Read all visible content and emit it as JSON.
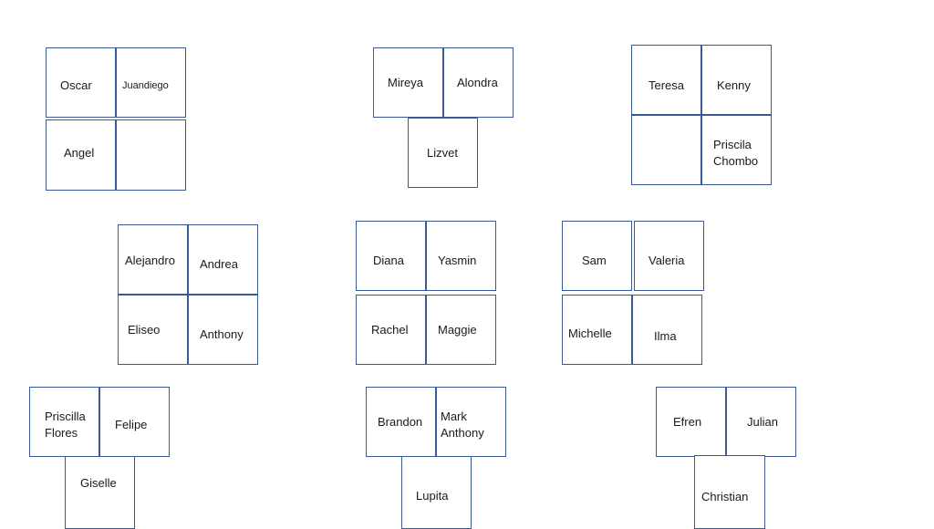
{
  "border_color": "#3a5a95",
  "seats": [
    {
      "id": "oscar",
      "name": "Oscar"
    },
    {
      "id": "juandiego",
      "name": "Juandiego"
    },
    {
      "id": "angel",
      "name": "Angel"
    },
    {
      "id": "empty-1",
      "name": ""
    },
    {
      "id": "mireya",
      "name": "Mireya"
    },
    {
      "id": "alondra",
      "name": "Alondra"
    },
    {
      "id": "lizvet",
      "name": "Lizvet"
    },
    {
      "id": "teresa",
      "name": "Teresa"
    },
    {
      "id": "kenny",
      "name": "Kenny"
    },
    {
      "id": "empty-2",
      "name": ""
    },
    {
      "id": "priscila-chombo",
      "name": "Priscila\nChombo"
    },
    {
      "id": "alejandro",
      "name": "Alejandro"
    },
    {
      "id": "andrea",
      "name": "Andrea"
    },
    {
      "id": "eliseo",
      "name": "Eliseo"
    },
    {
      "id": "anthony",
      "name": "Anthony"
    },
    {
      "id": "diana",
      "name": "Diana"
    },
    {
      "id": "yasmin",
      "name": "Yasmin"
    },
    {
      "id": "rachel",
      "name": "Rachel"
    },
    {
      "id": "maggie",
      "name": "Maggie"
    },
    {
      "id": "sam",
      "name": "Sam"
    },
    {
      "id": "valeria",
      "name": "Valeria"
    },
    {
      "id": "michelle",
      "name": "Michelle"
    },
    {
      "id": "ilma",
      "name": "Ilma"
    },
    {
      "id": "priscilla-flores",
      "name": "Priscilla\nFlores"
    },
    {
      "id": "felipe",
      "name": "Felipe"
    },
    {
      "id": "giselle",
      "name": "Giselle"
    },
    {
      "id": "brandon",
      "name": "Brandon"
    },
    {
      "id": "mark-anthony",
      "name": "Mark\nAnthony"
    },
    {
      "id": "lupita",
      "name": "Lupita"
    },
    {
      "id": "efren",
      "name": "Efren"
    },
    {
      "id": "julian",
      "name": "Julian"
    },
    {
      "id": "christian",
      "name": "Christian"
    }
  ]
}
